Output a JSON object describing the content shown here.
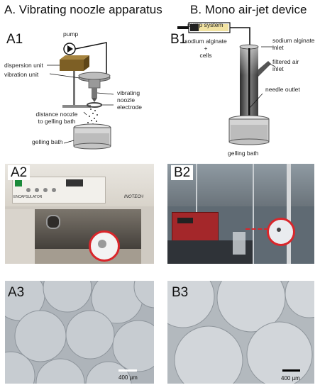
{
  "titles": {
    "left": "A. Vibrating noozle apparatus",
    "right": "B. Mono air-jet device"
  },
  "panels": {
    "a1": "A1",
    "b1": "B1",
    "a2": "A2",
    "b2": "B2",
    "a3": "A3",
    "b3": "B3"
  },
  "a1_labels": {
    "pump": "pump",
    "dispersion": "dispersion unit",
    "vibration": "vibration unit",
    "vibrating": "vibrating",
    "noozle": "noozle",
    "electrode": "electrode",
    "distance1": "distance noozle",
    "distance2": "to gelling bath",
    "gelling": "gelling bath"
  },
  "b1_labels": {
    "pump_system": "pump system",
    "alginate_cells_1": "sodium alginate",
    "plus": "+",
    "cells": "cells",
    "alginate_inlet_1": "sodium alginate",
    "alginate_inlet_2": "inlet",
    "air_inlet_1": "filtered air",
    "air_inlet_2": "inlet",
    "needle": "needle outlet",
    "gelling": "gelling bath"
  },
  "a2_photo_text": {
    "device": "ENCAPSULATOR",
    "brand": "INOTECH"
  },
  "scale_bars": {
    "a3": "400 µm",
    "b3": "400 µm"
  },
  "colors": {
    "dispersion_unit": "#8b6b2e",
    "cylinder": "#555555",
    "highlight_circle": "#d9262b",
    "bead_background": "#b9c0c6"
  }
}
